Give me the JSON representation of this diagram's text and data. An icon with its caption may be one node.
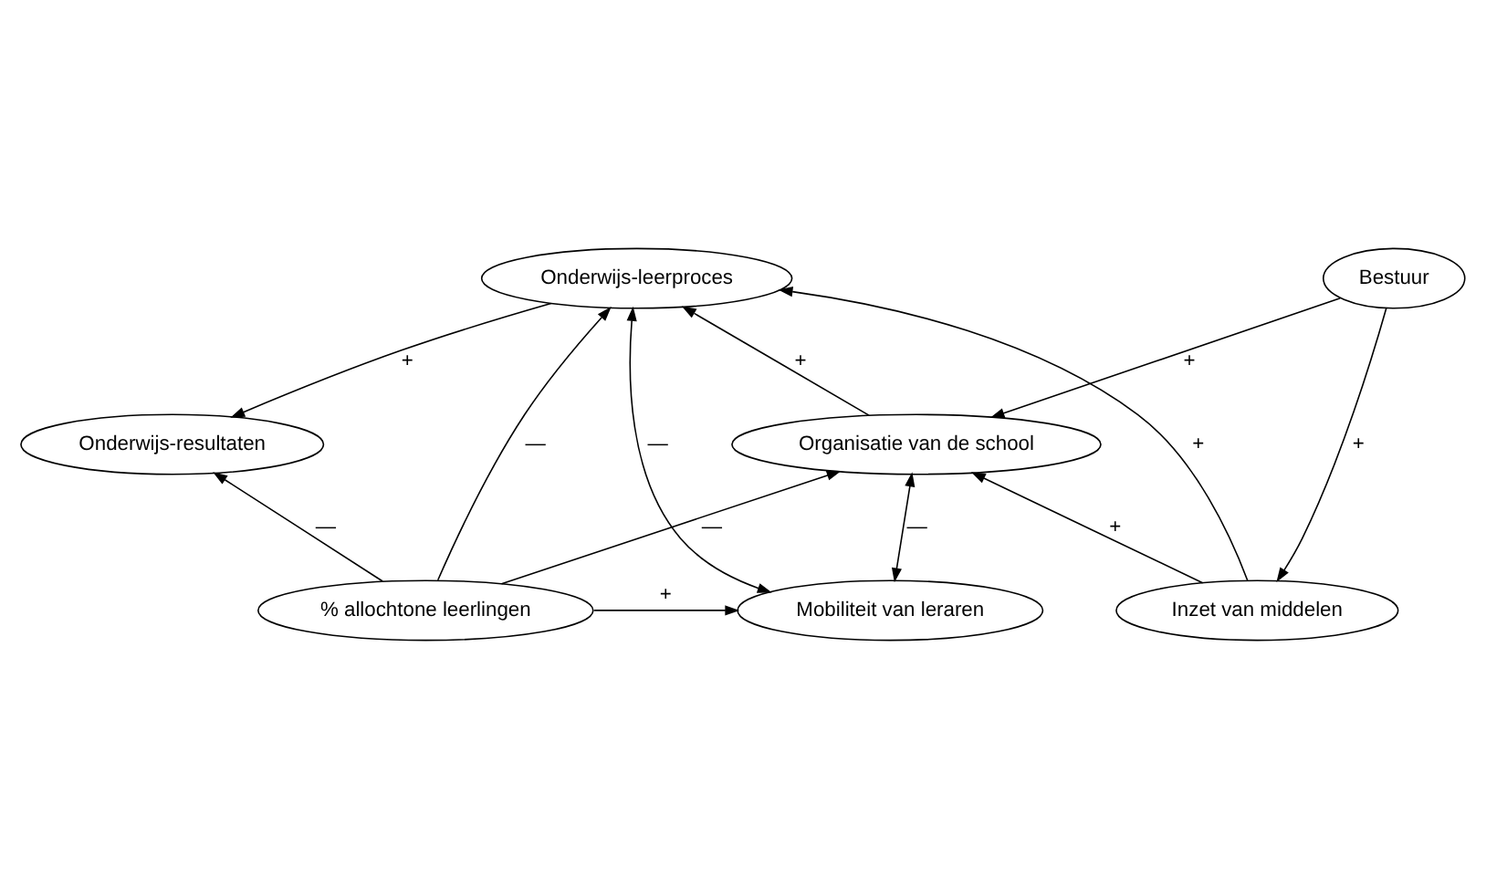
{
  "diagram": {
    "nodes": [
      {
        "text": [
          "Bestuur"
        ]
      },
      {
        "text": [
          "Onderwijs-leerproces"
        ]
      },
      {
        "text": [
          "Organisatie van de school"
        ]
      },
      {
        "text": [
          "Onderwijs-resultaten"
        ]
      },
      {
        "text": [
          "Inzet van middelen"
        ]
      },
      {
        "text": [
          "Mobiliteit van leraren"
        ]
      },
      {
        "text": [
          "% allochtone leerlingen"
        ]
      }
    ],
    "edges": [
      {
        "from": 0,
        "to": 2,
        "arrow": "to",
        "label": "+"
      },
      {
        "from": 2,
        "to": 1,
        "arrow": "to",
        "label": "+"
      },
      {
        "from": 1,
        "to": 3,
        "arrow": "to",
        "label": "+"
      },
      {
        "from": 0,
        "to": 4,
        "arrow": "to",
        "label": "+"
      },
      {
        "from": 4,
        "to": 2,
        "arrow": "to",
        "label": "+"
      },
      {
        "from": 4,
        "to": 1,
        "arrow": "to",
        "label": "+"
      },
      {
        "from": 2,
        "to": 5,
        "arrow": "both",
        "label": "—"
      },
      {
        "from": 1,
        "to": 5,
        "arrow": "both",
        "label": "—"
      },
      {
        "from": 6,
        "to": 1,
        "arrow": "to",
        "label": "—"
      },
      {
        "from": 6,
        "to": 2,
        "arrow": "to",
        "label": "—"
      },
      {
        "from": 6,
        "to": 3,
        "arrow": "to",
        "label": "—"
      },
      {
        "from": 6,
        "to": 5,
        "arrow": "to",
        "label": "+"
      }
    ]
  }
}
